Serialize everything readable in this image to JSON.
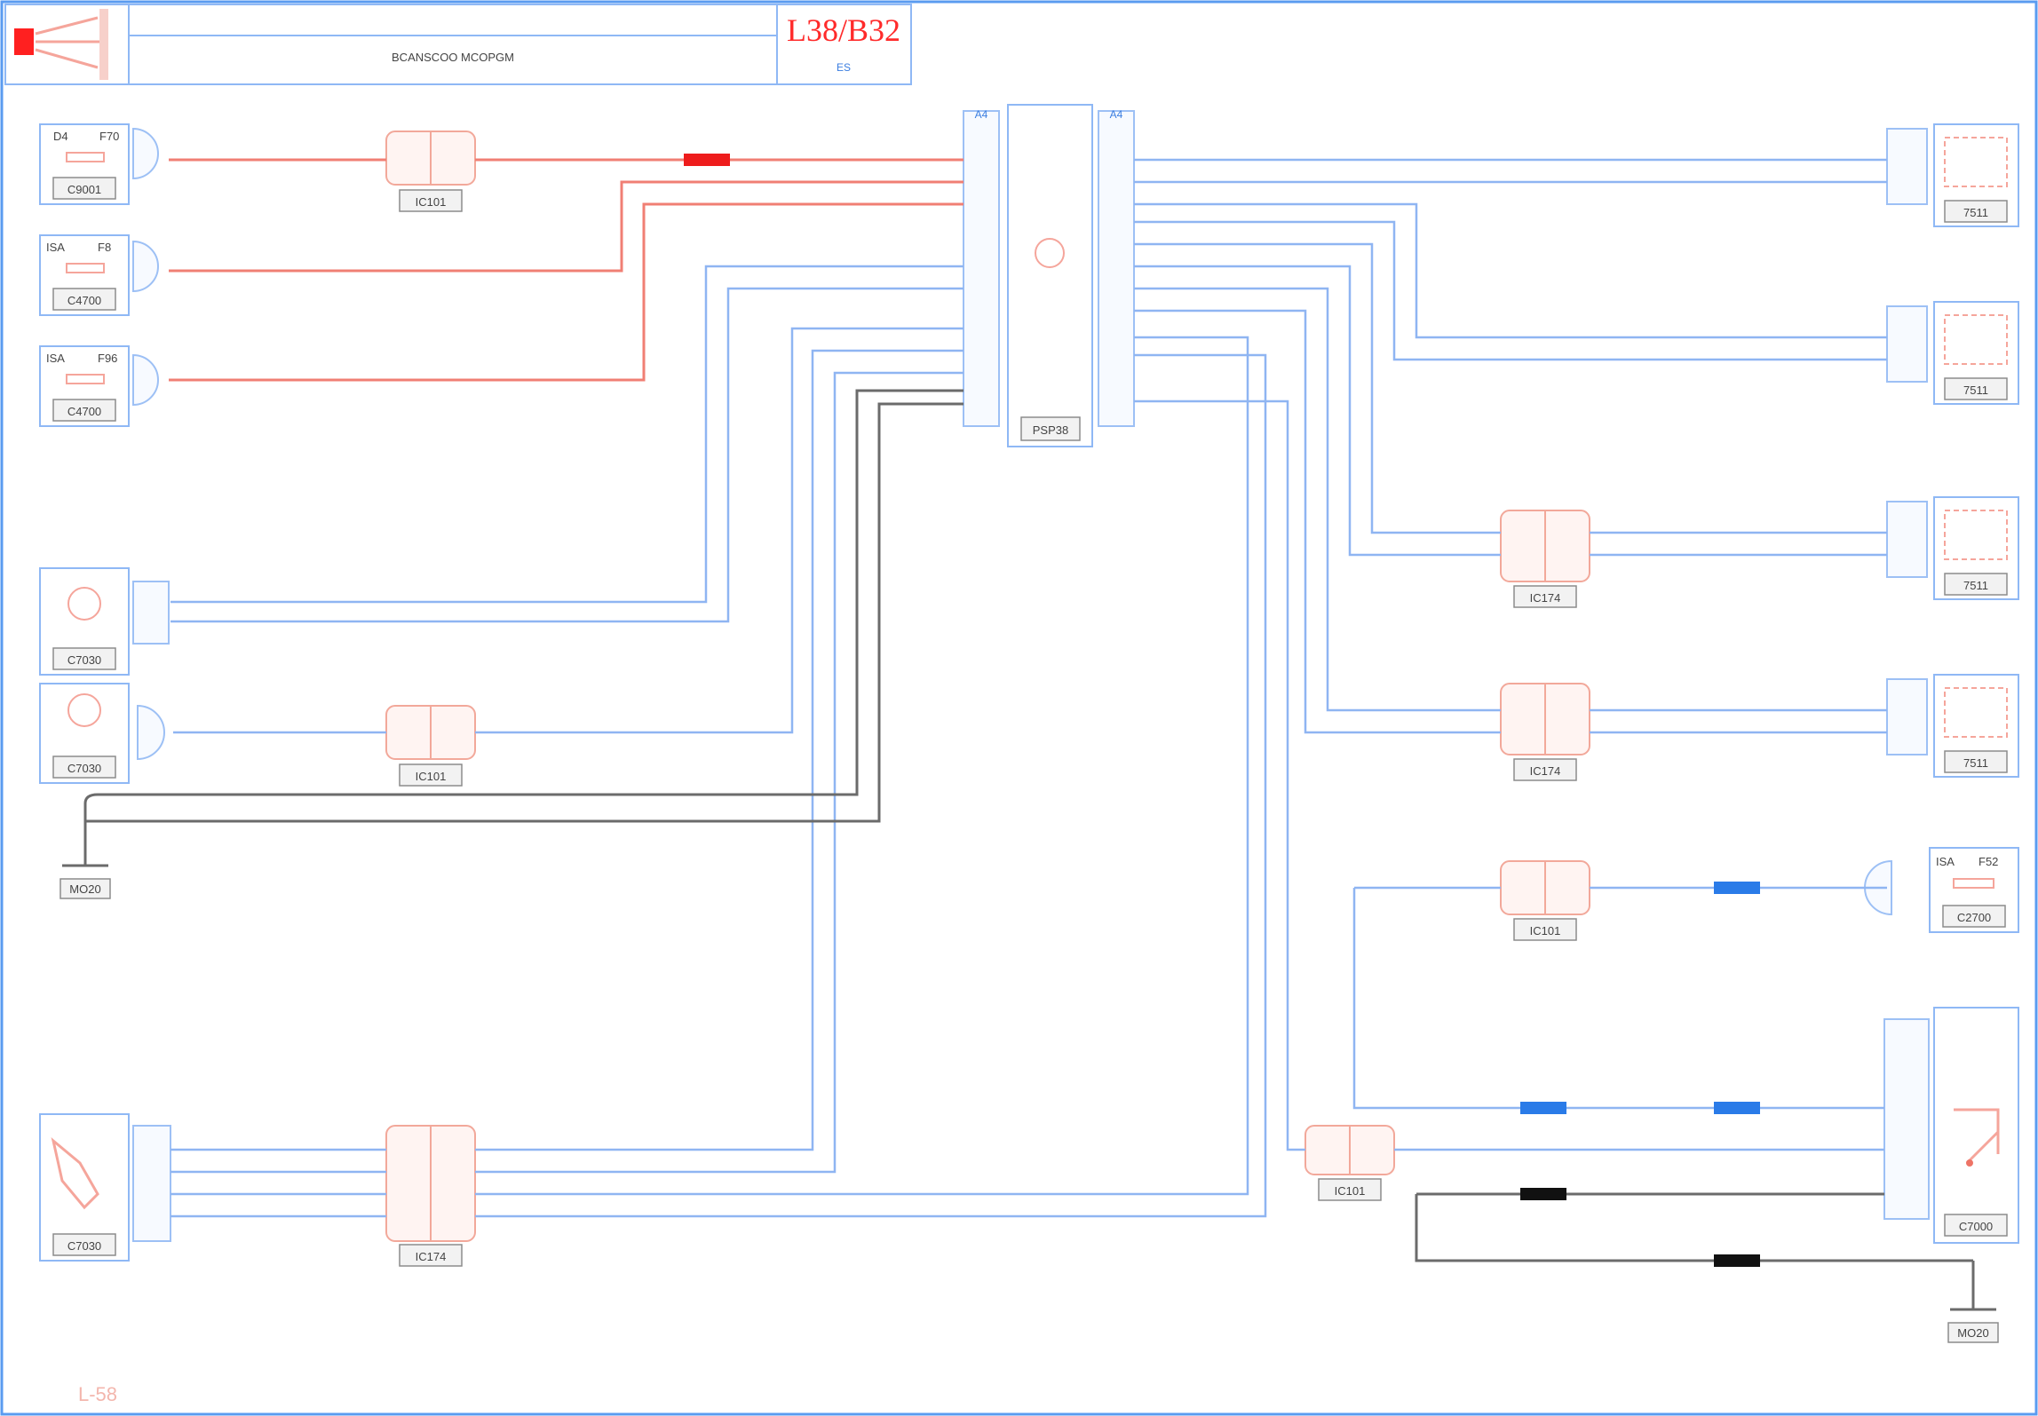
{
  "header": {
    "title": "BCANSCOO MCOPGM",
    "page_code": "L38/B32",
    "page_sub": "ES"
  },
  "footer": {
    "page_ref": "L-58"
  },
  "central_unit": {
    "ref": "PSP38",
    "left_connector": "A4",
    "right_connector": "A4"
  },
  "components": {
    "fuse_a": {
      "ref": "C9001",
      "tag1": "D4",
      "tag2": "F70"
    },
    "fuse_b": {
      "ref": "C4700",
      "tag1": "ISA",
      "tag2": "F8"
    },
    "fuse_c": {
      "ref": "C4700",
      "tag1": "ISA",
      "tag2": "F96"
    },
    "sensor_1": {
      "ref": "C7030"
    },
    "sensor_2": {
      "ref": "C7030"
    },
    "sensor_3": {
      "ref": "C7030"
    },
    "right_1": {
      "ref": "7511"
    },
    "right_2": {
      "ref": "7511"
    },
    "right_3": {
      "ref": "7511"
    },
    "right_4": {
      "ref": "7511"
    },
    "right_fuse": {
      "ref": "C2700",
      "tag1": "ISA",
      "tag2": "F52"
    },
    "right_big": {
      "ref": "C7000"
    }
  },
  "connectors": {
    "c1": "IC101",
    "c2": "IC101",
    "c3": "IC174",
    "c4": "IC174",
    "c5": "IC174",
    "c6": "IC101",
    "c7": "IC101"
  },
  "grounds": {
    "g1": "MO20",
    "g2": "MO20"
  }
}
